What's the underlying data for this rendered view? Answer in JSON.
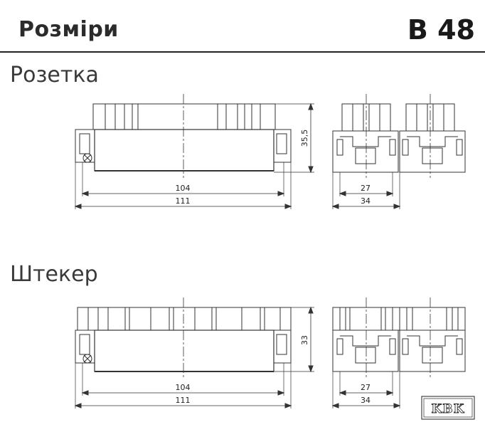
{
  "header": {
    "title": "Розміри",
    "model": "B 48"
  },
  "sections": {
    "socket": {
      "label": "Розетка",
      "dims": {
        "inner_width": "104",
        "outer_width": "111",
        "height": "35,5",
        "side_inner": "27",
        "side_outer": "34"
      }
    },
    "plug": {
      "label": "Штекер",
      "dims": {
        "inner_width": "104",
        "outer_width": "111",
        "height": "33",
        "side_inner": "27",
        "side_outer": "34"
      }
    }
  },
  "logo": {
    "text": "KBK"
  },
  "colors": {
    "line": "#333333",
    "text": "#222222",
    "rule": "#222222"
  }
}
